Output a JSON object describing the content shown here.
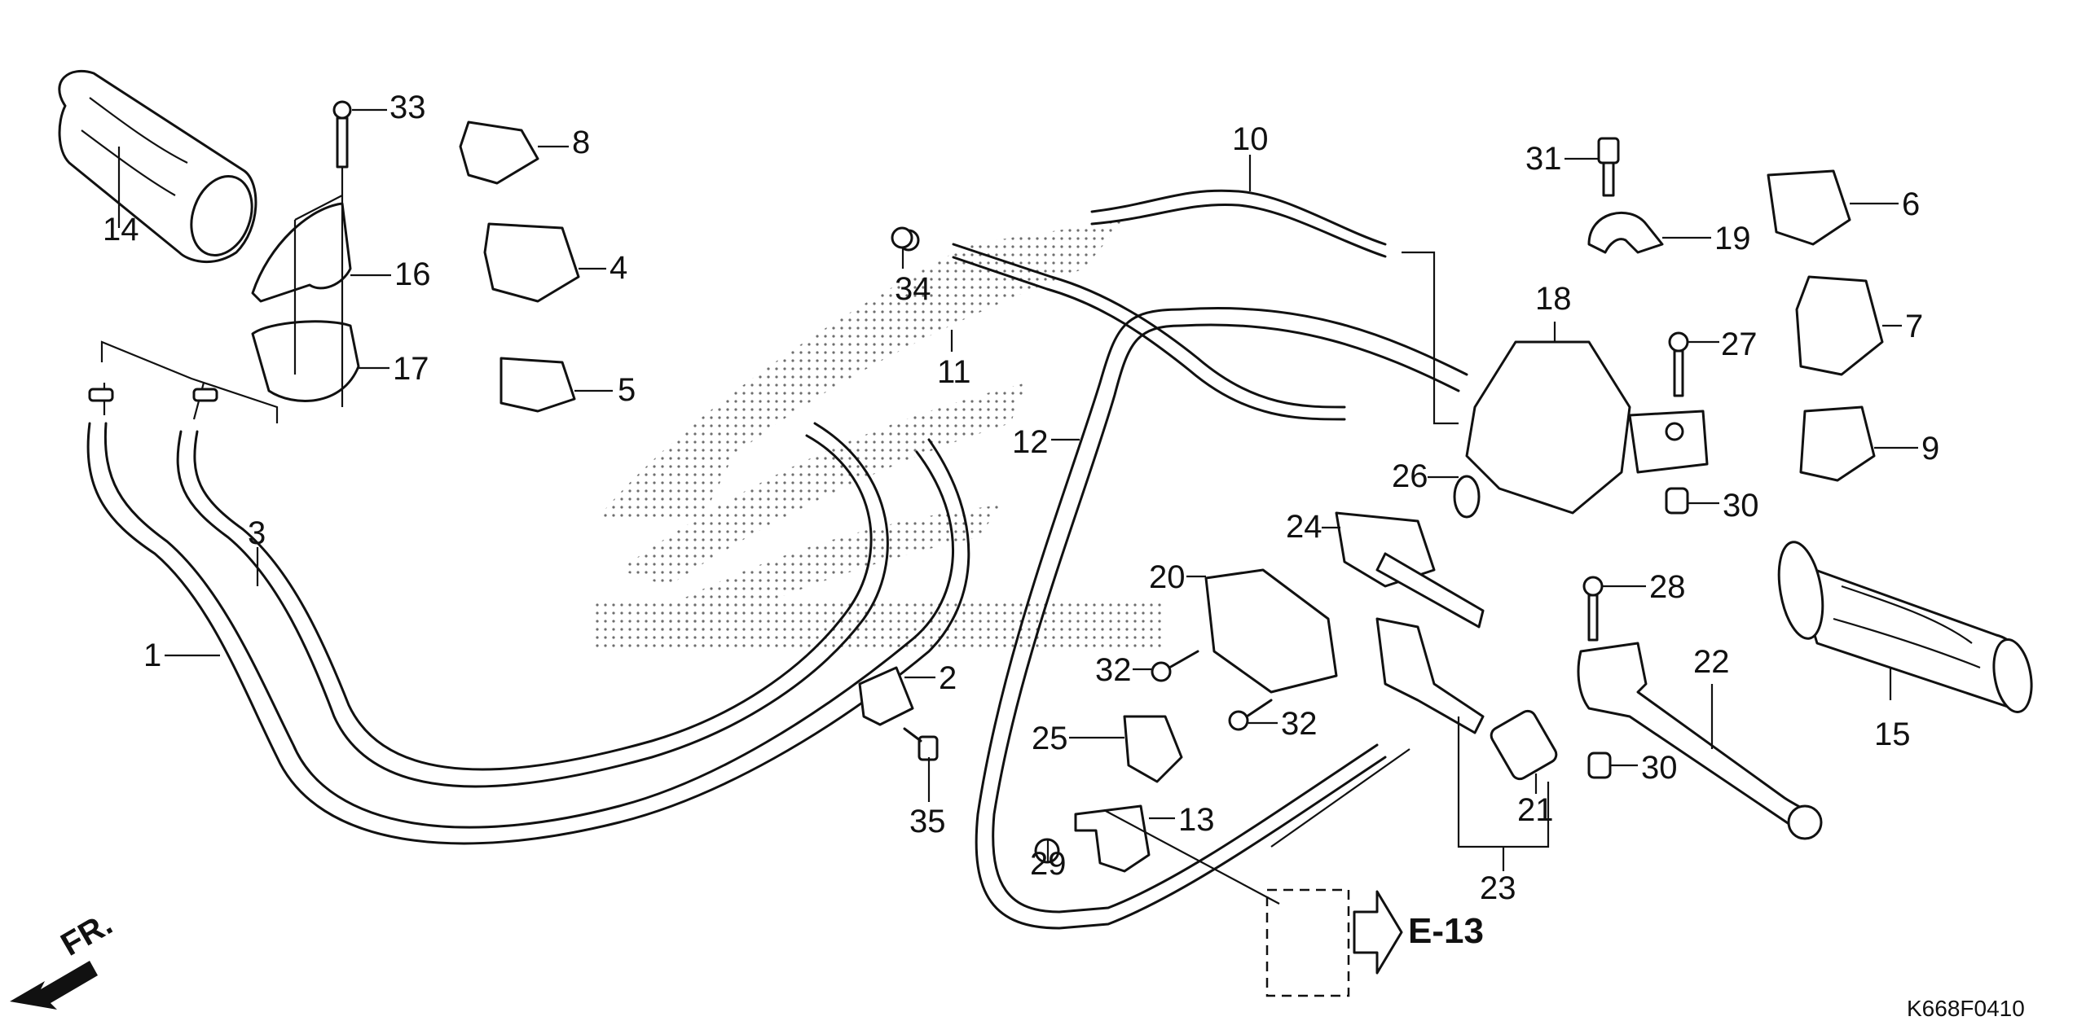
{
  "diagram": {
    "title": "Handlebar / Cable / Switch parts diagram",
    "figure_code": "K668F0410",
    "reference": {
      "label": "E-13",
      "icon": "arrow-right-outline-icon"
    },
    "direction_indicator": {
      "label": "FR.",
      "icon": "arrow-down-left-icon"
    },
    "watermark": "HONDA wing logo (dotted)",
    "accent_color": "#111111",
    "background_color": "#ffffff",
    "callouts": [
      {
        "id": "c1",
        "number": "1",
        "part": "throttle-cable-a"
      },
      {
        "id": "c2",
        "number": "2",
        "part": "cable-clamp"
      },
      {
        "id": "c3",
        "number": "3",
        "part": "throttle-cable-b"
      },
      {
        "id": "c4",
        "number": "4",
        "part": "switch"
      },
      {
        "id": "c5",
        "number": "5",
        "part": "switch"
      },
      {
        "id": "c6",
        "number": "6",
        "part": "switch"
      },
      {
        "id": "c7",
        "number": "7",
        "part": "switch"
      },
      {
        "id": "c8",
        "number": "8",
        "part": "switch"
      },
      {
        "id": "c9",
        "number": "9",
        "part": "switch"
      },
      {
        "id": "c10",
        "number": "10",
        "part": "wire-harness"
      },
      {
        "id": "c11",
        "number": "11",
        "part": "cable-assembly"
      },
      {
        "id": "c12",
        "number": "12",
        "part": "brake-cable"
      },
      {
        "id": "c13",
        "number": "13",
        "part": "bracket"
      },
      {
        "id": "c14",
        "number": "14",
        "part": "throttle-grip"
      },
      {
        "id": "c15",
        "number": "15",
        "part": "handle-grip"
      },
      {
        "id": "c16",
        "number": "16",
        "part": "upper-housing"
      },
      {
        "id": "c17",
        "number": "17",
        "part": "lower-housing"
      },
      {
        "id": "c18",
        "number": "18",
        "part": "lever-bracket"
      },
      {
        "id": "c19",
        "number": "19",
        "part": "clamp"
      },
      {
        "id": "c20",
        "number": "20",
        "part": "cover"
      },
      {
        "id": "c21",
        "number": "21",
        "part": "adjuster"
      },
      {
        "id": "c22",
        "number": "22",
        "part": "brake-lever"
      },
      {
        "id": "c23",
        "number": "23",
        "part": "equalizer-set"
      },
      {
        "id": "c24",
        "number": "24",
        "part": "lock-lever"
      },
      {
        "id": "c25",
        "number": "25",
        "part": "plate"
      },
      {
        "id": "c26",
        "number": "26",
        "part": "spring"
      },
      {
        "id": "c27",
        "number": "27",
        "part": "pivot-bolt"
      },
      {
        "id": "c28",
        "number": "28",
        "part": "pivot-bolt"
      },
      {
        "id": "c29",
        "number": "29",
        "part": "screw"
      },
      {
        "id": "c30a",
        "number": "30",
        "part": "nut"
      },
      {
        "id": "c30b",
        "number": "30",
        "part": "nut"
      },
      {
        "id": "c31",
        "number": "31",
        "part": "bolt"
      },
      {
        "id": "c32a",
        "number": "32",
        "part": "screw"
      },
      {
        "id": "c32b",
        "number": "32",
        "part": "screw"
      },
      {
        "id": "c33",
        "number": "33",
        "part": "screw"
      },
      {
        "id": "c34",
        "number": "34",
        "part": "nut"
      },
      {
        "id": "c35",
        "number": "35",
        "part": "bolt"
      }
    ]
  }
}
